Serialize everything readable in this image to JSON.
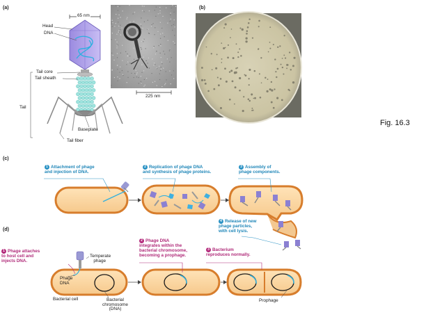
{
  "figure": {
    "caption": "Fig. 16.3"
  },
  "panel_a": {
    "letter": "(a)",
    "scale_top": "65 nm",
    "scale_micrograph": "225 nm",
    "labels": {
      "head": "Head",
      "dna": "DNA",
      "tail_core": "Tail core",
      "tail_sheath": "Tail sheath",
      "tail": "Tail",
      "baseplate": "Baseplate",
      "tail_fiber": "Tail fiber"
    }
  },
  "panel_b": {
    "letter": "(b)"
  },
  "panel_c": {
    "letter": "(c)",
    "steps": [
      {
        "num": "1",
        "line1": "Attachment of phage",
        "line2": "and injection of DNA."
      },
      {
        "num": "2",
        "line1": "Replication of phage DNA",
        "line2": "and synthesis of phage proteins."
      },
      {
        "num": "3",
        "line1": "Assembly of",
        "line2": "phage components."
      },
      {
        "num": "4",
        "line1": "Release of new",
        "line2": "phage particles,",
        "line3": "with cell lysis."
      }
    ]
  },
  "panel_d": {
    "letter": "(d)",
    "steps": [
      {
        "num": "1",
        "line1": "Phage attaches",
        "line2": "to host cell and",
        "line3": "injects DNA."
      },
      {
        "num": "2",
        "line1": "Phage DNA",
        "line2": "integrates within the",
        "line3": "bacterial chromosome,",
        "line4": "becoming a prophage."
      },
      {
        "num": "3",
        "line1": "Bacterium",
        "line2": "reproduces normally."
      }
    ],
    "labels": {
      "temperate1": "Temperate",
      "temperate2": "phage",
      "phage_dna1": "Phage",
      "phage_dna2": "DNA",
      "bacterial_cell": "Bacterial cell",
      "chrom1": "Bacterial",
      "chrom2": "chromosome",
      "chrom3": "(DNA)",
      "prophage": "Prophage"
    }
  }
}
